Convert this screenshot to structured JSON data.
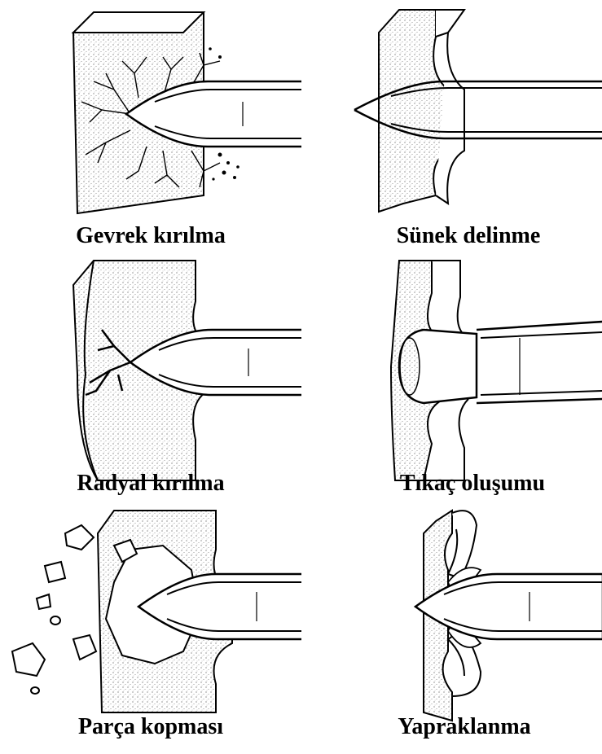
{
  "figure": {
    "panels": [
      {
        "id": "gevrek",
        "caption": "Gevrek kırılma"
      },
      {
        "id": "sunek",
        "caption": "Sünek delinme"
      },
      {
        "id": "radyal",
        "caption": "Radyal kırılma"
      },
      {
        "id": "tikac",
        "caption": "Tıkaç oluşumu"
      },
      {
        "id": "parca",
        "caption": "Parça kopması"
      },
      {
        "id": "yaprak",
        "caption": "Yapraklanma"
      }
    ]
  }
}
